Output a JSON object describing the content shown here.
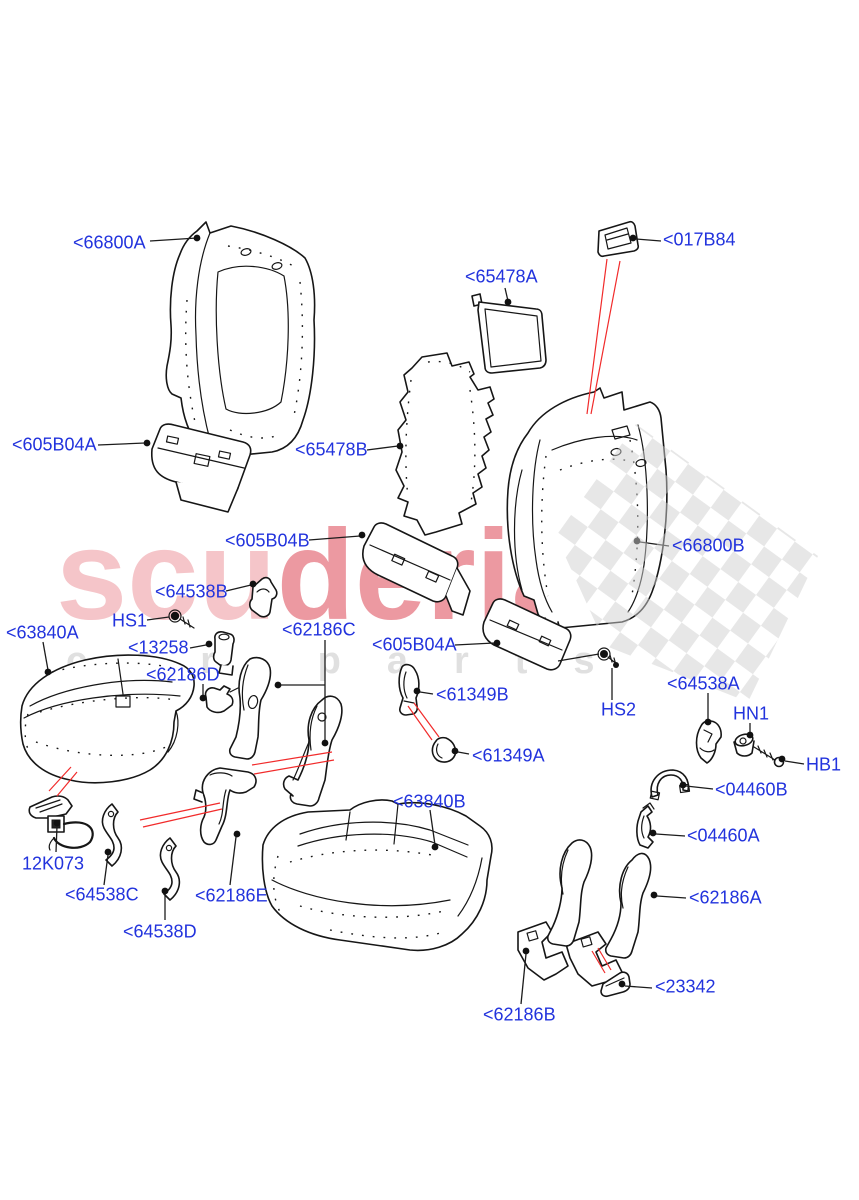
{
  "diagram": {
    "description": "Rear seat exploded parts diagram",
    "label_color": "#2233dd",
    "leader_color": "#1c1c1c",
    "callout_line_color": "#f12b2b",
    "labels": [
      {
        "id": "66800A",
        "text": "<66800A"
      },
      {
        "id": "017B84",
        "text": "<017B84"
      },
      {
        "id": "65478A",
        "text": "<65478A"
      },
      {
        "id": "605B04A_1",
        "text": "<605B04A"
      },
      {
        "id": "65478B",
        "text": "<65478B"
      },
      {
        "id": "605B04B",
        "text": "<605B04B"
      },
      {
        "id": "66800B",
        "text": "<66800B"
      },
      {
        "id": "64538B",
        "text": "<64538B"
      },
      {
        "id": "HS1",
        "text": "HS1"
      },
      {
        "id": "13258",
        "text": "<13258"
      },
      {
        "id": "63840A",
        "text": "<63840A"
      },
      {
        "id": "62186C",
        "text": "<62186C"
      },
      {
        "id": "605B04A_2",
        "text": "<605B04A"
      },
      {
        "id": "62186D",
        "text": "<62186D"
      },
      {
        "id": "61349B",
        "text": "<61349B"
      },
      {
        "id": "HS2",
        "text": "HS2"
      },
      {
        "id": "64538A",
        "text": "<64538A"
      },
      {
        "id": "HN1",
        "text": "HN1"
      },
      {
        "id": "61349A",
        "text": "<61349A"
      },
      {
        "id": "HB1",
        "text": "HB1"
      },
      {
        "id": "04460B",
        "text": "<04460B"
      },
      {
        "id": "04460A",
        "text": "<04460A"
      },
      {
        "id": "63840B",
        "text": "<63840B"
      },
      {
        "id": "12K073",
        "text": "12K073"
      },
      {
        "id": "64538C",
        "text": "<64538C"
      },
      {
        "id": "62186E",
        "text": "<62186E"
      },
      {
        "id": "64538D",
        "text": "<64538D"
      },
      {
        "id": "62186A",
        "text": "<62186A"
      },
      {
        "id": "62186B",
        "text": "<62186B"
      },
      {
        "id": "23342",
        "text": "<23342"
      }
    ]
  },
  "watermark": {
    "brand_part1": "scu",
    "brand_part2": "deria",
    "tagline": "car parts",
    "brand_color1": "#f5c5c9",
    "brand_color2": "#ec99a1",
    "tagline_color": "#e0e0e0",
    "flag_color": "#cfcfcf"
  }
}
